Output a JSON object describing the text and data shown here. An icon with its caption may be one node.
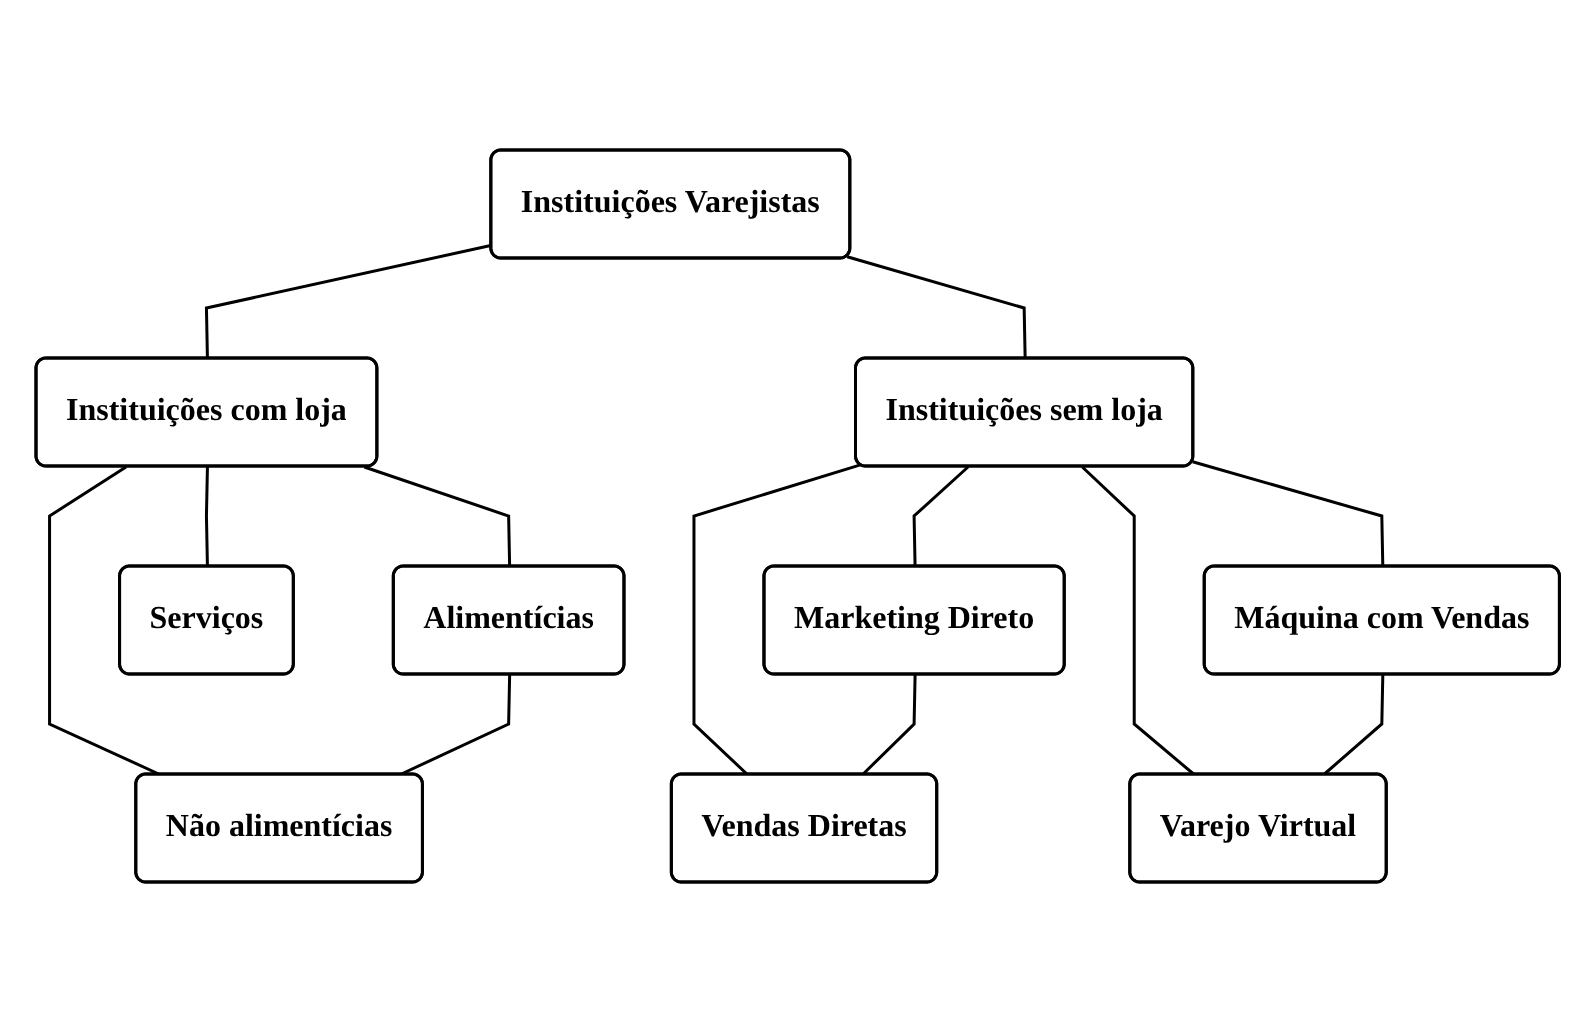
{
  "diagram": {
    "nodes": [
      {
        "text": [
          "Instituições Varejistas"
        ]
      },
      {
        "text": [
          "Instituições com loja"
        ]
      },
      {
        "text": [
          "Instituições sem loja"
        ]
      },
      {
        "text": [
          "Alimentícias"
        ]
      },
      {
        "text": [
          "Não alimentícias"
        ]
      },
      {
        "text": [
          "Serviços"
        ]
      },
      {
        "text": [
          "Marketing Direto"
        ]
      },
      {
        "text": [
          "Vendas Diretas"
        ]
      },
      {
        "text": [
          "Máquina com Vendas"
        ]
      },
      {
        "text": [
          "Varejo Virtual"
        ]
      }
    ],
    "edges": [
      {
        "from": 0,
        "to": 1,
        "arrow": "none"
      },
      {
        "from": 0,
        "to": 2,
        "arrow": "none"
      },
      {
        "from": 1,
        "to": 3,
        "arrow": "none"
      },
      {
        "from": 1,
        "to": 4,
        "arrow": "none"
      },
      {
        "from": 1,
        "to": 5,
        "arrow": "none"
      },
      {
        "from": 3,
        "to": 4,
        "arrow": "none"
      },
      {
        "from": 2,
        "to": 6,
        "arrow": "none"
      },
      {
        "from": 2,
        "to": 7,
        "arrow": "none"
      },
      {
        "from": 2,
        "to": 8,
        "arrow": "none"
      },
      {
        "from": 2,
        "to": 9,
        "arrow": "none"
      },
      {
        "from": 6,
        "to": 7,
        "arrow": "none"
      },
      {
        "from": 8,
        "to": 9,
        "arrow": "none"
      }
    ]
  }
}
